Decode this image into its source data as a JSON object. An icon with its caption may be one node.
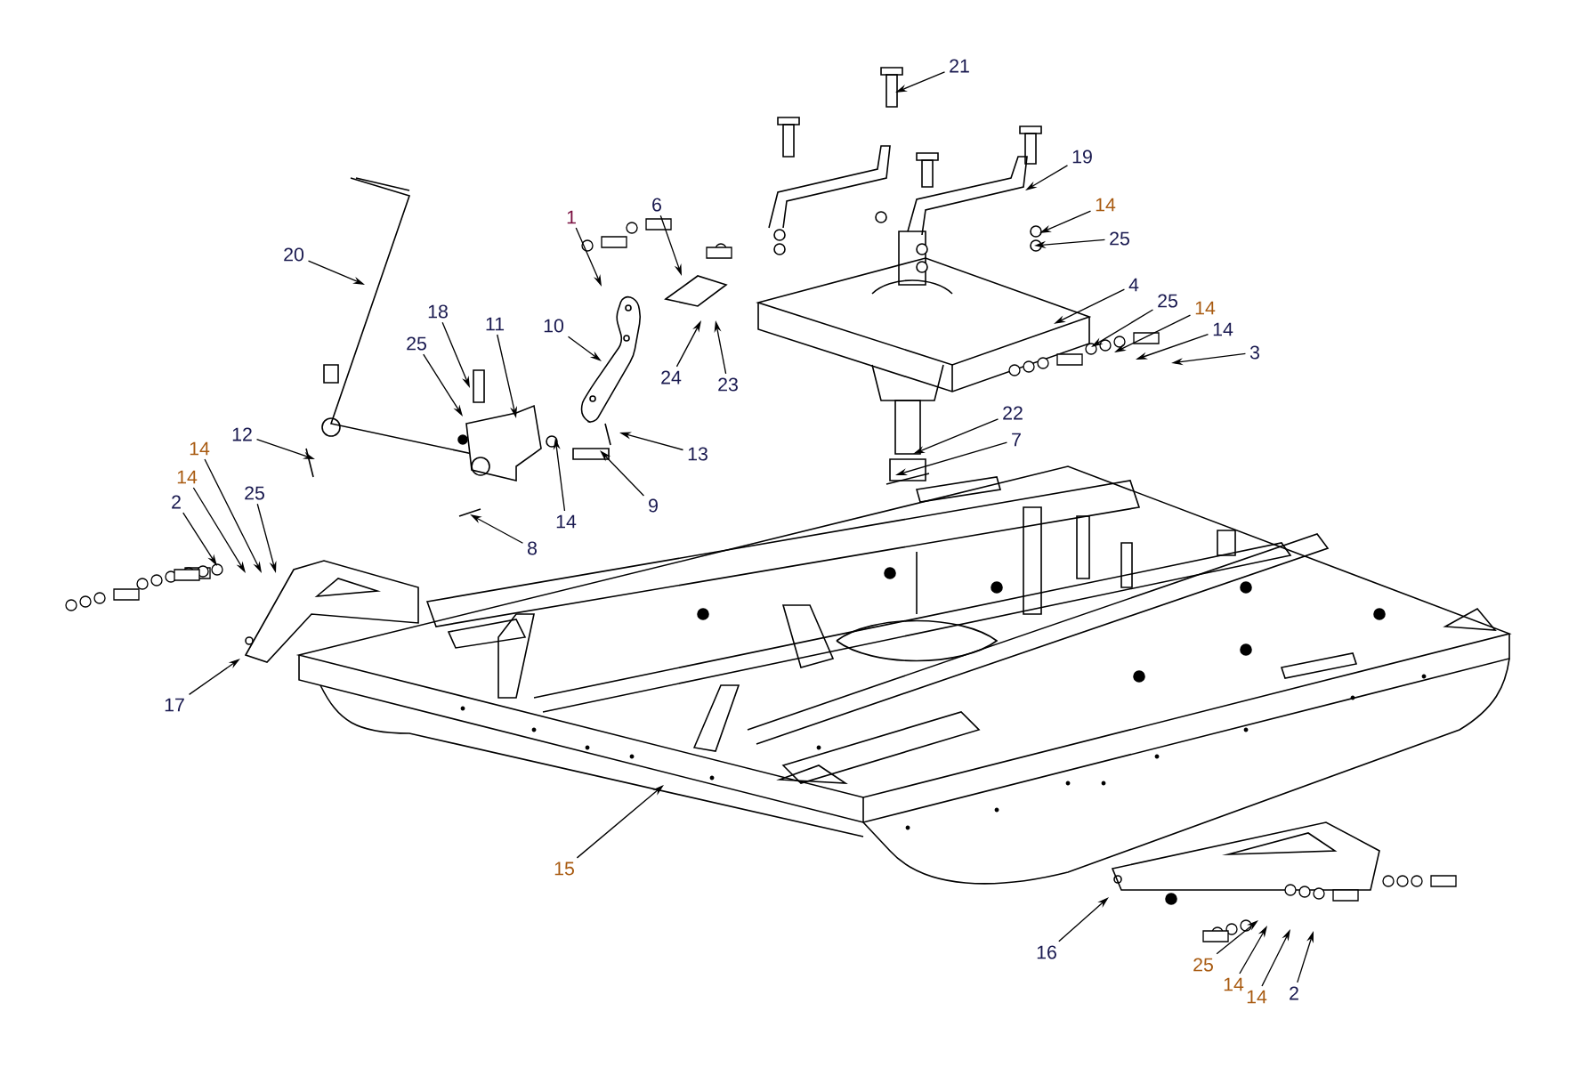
{
  "diagram": {
    "nodes": [
      {
        "text": [
          "21"
        ]
      },
      {
        "text": [
          "19"
        ]
      },
      {
        "text": [
          "14"
        ]
      },
      {
        "text": [
          "25"
        ]
      },
      {
        "text": [
          "6"
        ]
      },
      {
        "text": [
          "1"
        ]
      },
      {
        "text": [
          "20"
        ]
      },
      {
        "text": [
          "4"
        ]
      },
      {
        "text": [
          "25"
        ]
      },
      {
        "text": [
          "14"
        ]
      },
      {
        "text": [
          "14"
        ]
      },
      {
        "text": [
          "18"
        ]
      },
      {
        "text": [
          "11"
        ]
      },
      {
        "text": [
          "10"
        ]
      },
      {
        "text": [
          "25"
        ]
      },
      {
        "text": [
          "3"
        ]
      },
      {
        "text": [
          "24"
        ]
      },
      {
        "text": [
          "23"
        ]
      },
      {
        "text": [
          "22"
        ]
      },
      {
        "text": [
          "12"
        ]
      },
      {
        "text": [
          "7"
        ]
      },
      {
        "text": [
          "14"
        ]
      },
      {
        "text": [
          "13"
        ]
      },
      {
        "text": [
          "14"
        ]
      },
      {
        "text": [
          "25"
        ]
      },
      {
        "text": [
          "2"
        ]
      },
      {
        "text": [
          "9"
        ]
      },
      {
        "text": [
          "14"
        ]
      },
      {
        "text": [
          "8"
        ]
      },
      {
        "text": [
          "17"
        ]
      },
      {
        "text": [
          "15"
        ]
      },
      {
        "text": [
          "16"
        ]
      },
      {
        "text": [
          "25"
        ]
      },
      {
        "text": [
          "2"
        ]
      },
      {
        "text": [
          "14"
        ]
      },
      {
        "text": [
          "14"
        ]
      }
    ],
    "edges": [
      {
        "from": 0,
        "to": null,
        "arrow": "to"
      },
      {
        "from": 1,
        "to": null,
        "arrow": "to"
      },
      {
        "from": 2,
        "to": null,
        "arrow": "to"
      },
      {
        "from": 3,
        "to": null,
        "arrow": "to"
      },
      {
        "from": 4,
        "to": null,
        "arrow": "to"
      },
      {
        "from": 5,
        "to": null,
        "arrow": "to"
      },
      {
        "from": 6,
        "to": null,
        "arrow": "to"
      },
      {
        "from": 7,
        "to": null,
        "arrow": "to"
      },
      {
        "from": 8,
        "to": null,
        "arrow": "to"
      },
      {
        "from": 9,
        "to": null,
        "arrow": "to"
      },
      {
        "from": 10,
        "to": null,
        "arrow": "to"
      },
      {
        "from": 11,
        "to": null,
        "arrow": "to"
      },
      {
        "from": 12,
        "to": null,
        "arrow": "to"
      },
      {
        "from": 13,
        "to": null,
        "arrow": "to"
      },
      {
        "from": 14,
        "to": null,
        "arrow": "to"
      },
      {
        "from": 15,
        "to": null,
        "arrow": "to"
      },
      {
        "from": 16,
        "to": null,
        "arrow": "to"
      },
      {
        "from": 17,
        "to": null,
        "arrow": "to"
      },
      {
        "from": 18,
        "to": null,
        "arrow": "to"
      },
      {
        "from": 19,
        "to": null,
        "arrow": "to"
      },
      {
        "from": 20,
        "to": null,
        "arrow": "to"
      },
      {
        "from": 21,
        "to": null,
        "arrow": "to"
      },
      {
        "from": 22,
        "to": null,
        "arrow": "to"
      },
      {
        "from": 23,
        "to": null,
        "arrow": "to"
      },
      {
        "from": 24,
        "to": null,
        "arrow": "to"
      },
      {
        "from": 25,
        "to": null,
        "arrow": "to"
      },
      {
        "from": 26,
        "to": null,
        "arrow": "to"
      },
      {
        "from": 27,
        "to": null,
        "arrow": "to"
      },
      {
        "from": 28,
        "to": null,
        "arrow": "to"
      },
      {
        "from": 29,
        "to": null,
        "arrow": "to"
      },
      {
        "from": 30,
        "to": null,
        "arrow": "to"
      },
      {
        "from": 31,
        "to": null,
        "arrow": "to"
      },
      {
        "from": 32,
        "to": null,
        "arrow": "to"
      },
      {
        "from": 33,
        "to": null,
        "arrow": "to"
      },
      {
        "from": 34,
        "to": null,
        "arrow": "to"
      },
      {
        "from": 35,
        "to": null,
        "arrow": "to"
      }
    ]
  }
}
